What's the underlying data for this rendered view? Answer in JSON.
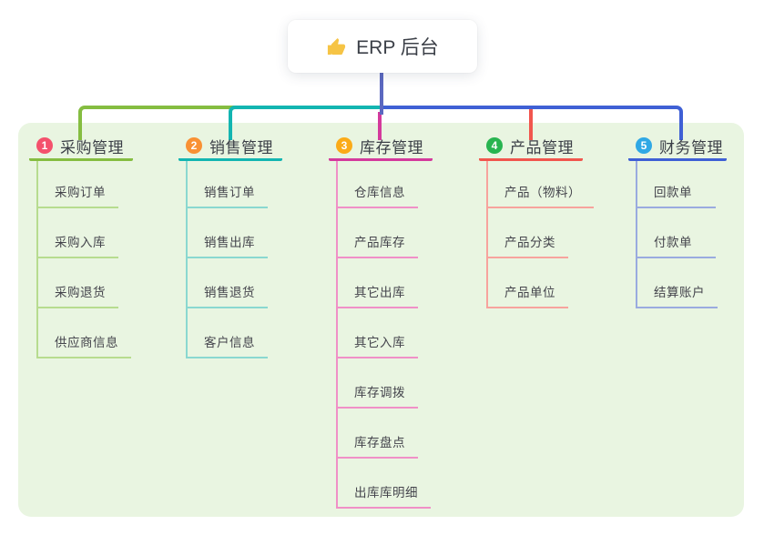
{
  "root": {
    "label": "ERP 后台",
    "icon": "thumbs-up-icon"
  },
  "colors": {
    "panel_bg": "#e9f5e1",
    "root_line": "#5b68c0",
    "icon_yellow": "#f6c445"
  },
  "branches": [
    {
      "badge": "1",
      "label": "采购管理",
      "badge_color": "#f4516c",
      "line_color": "#85bd41",
      "child_line_color": "#b7dc8f",
      "children": [
        "采购订单",
        "采购入库",
        "采购退货",
        "供应商信息"
      ]
    },
    {
      "badge": "2",
      "label": "销售管理",
      "badge_color": "#f99134",
      "line_color": "#13b5b1",
      "child_line_color": "#8ad8d0",
      "children": [
        "销售订单",
        "销售出库",
        "销售退货",
        "客户信息"
      ]
    },
    {
      "badge": "3",
      "label": "库存管理",
      "badge_color": "#fbab18",
      "line_color": "#d43a9c",
      "child_line_color": "#f090c7",
      "children": [
        "仓库信息",
        "产品库存",
        "其它出库",
        "其它入库",
        "库存调拨",
        "库存盘点",
        "出库库明细"
      ]
    },
    {
      "badge": "4",
      "label": "产品管理",
      "badge_color": "#28b450",
      "line_color": "#f1564e",
      "child_line_color": "#f7a39d",
      "children": [
        "产品（物料）",
        "产品分类",
        "产品单位"
      ]
    },
    {
      "badge": "5",
      "label": "财务管理",
      "badge_color": "#2fa8e5",
      "line_color": "#3f60d5",
      "child_line_color": "#9aabdf",
      "children": [
        "回款单",
        "付款单",
        "结算账户"
      ]
    }
  ]
}
